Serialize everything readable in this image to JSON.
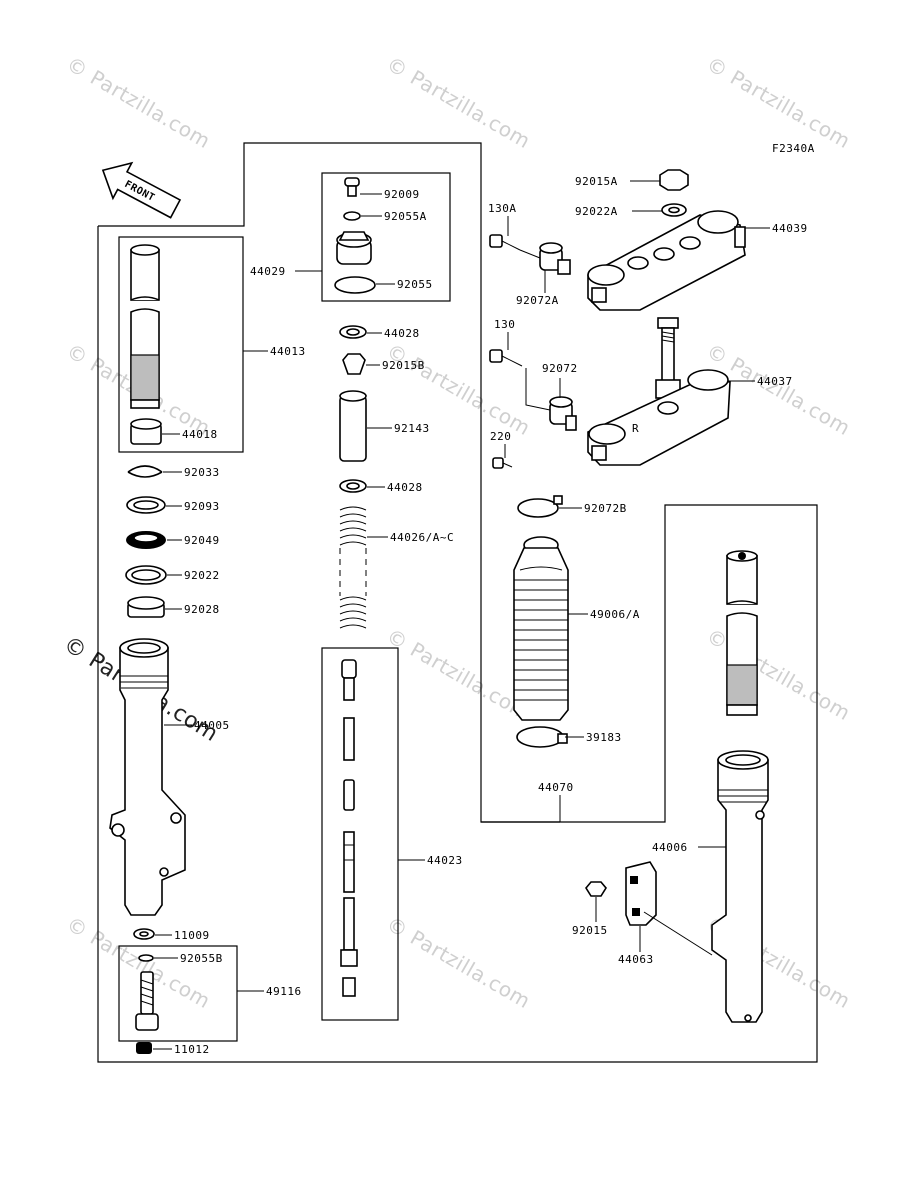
{
  "diagram_code": "F2340A",
  "front_label": "FRONT",
  "watermark": "© Partzilla.com",
  "callouts": {
    "p92009": "92009",
    "p92055A": "92055A",
    "p44029": "44029",
    "p92055": "92055",
    "p44028a": "44028",
    "p92015B": "92015B",
    "p92143": "92143",
    "p44028b": "44028",
    "p44026": "44026/A~C",
    "p44013": "44013",
    "p44018": "44018",
    "p92033": "92033",
    "p92093": "92093",
    "p92049": "92049",
    "p92022": "92022",
    "p92028": "92028",
    "p44005": "44005",
    "p11009": "11009",
    "p92055B": "92055B",
    "p49116": "49116",
    "p11012": "11012",
    "p44023": "44023",
    "p92015A": "92015A",
    "p92022A": "92022A",
    "p130A": "130A",
    "p92072A": "92072A",
    "p44039": "44039",
    "p130": "130",
    "p92072": "92072",
    "p44037": "44037",
    "p220": "220",
    "p92072B": "92072B",
    "p49006": "49006/A",
    "p39183": "39183",
    "p44070": "44070",
    "p44006": "44006",
    "p92015": "92015",
    "p44063": "44063",
    "tree_letter": "R"
  }
}
